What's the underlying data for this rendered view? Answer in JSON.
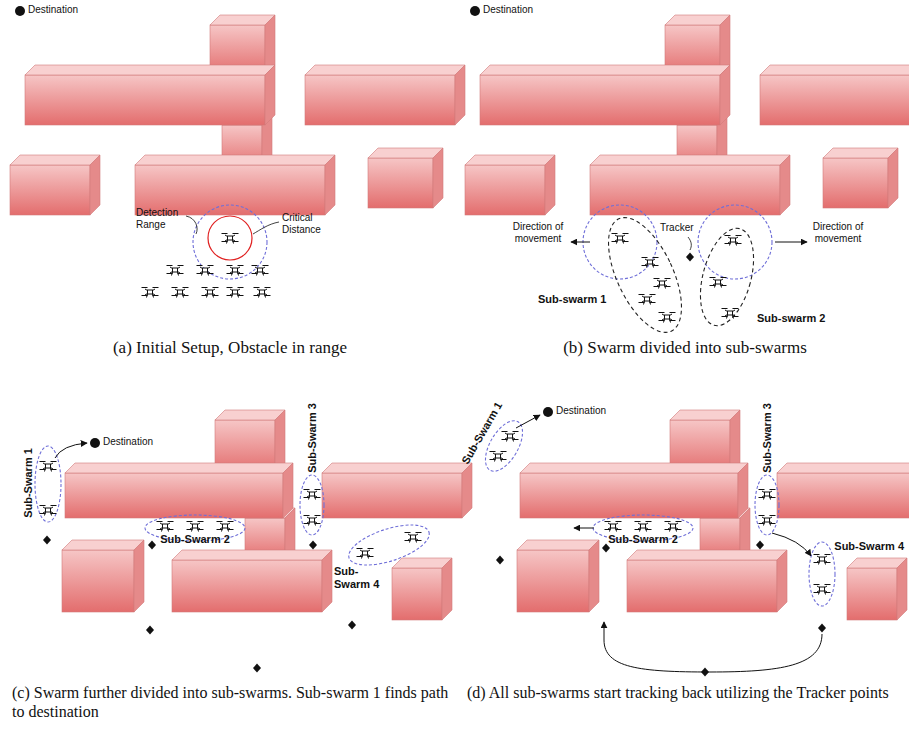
{
  "diagram": {
    "labels": [
      "Destination",
      "Detection Range",
      "Critical Distance",
      "(a) Initial Setup, Obstacle in range",
      "Destination",
      "Direction of movement",
      "Tracker",
      "Direction of movement",
      "Sub-swarm 1",
      "Sub-swarm 2",
      "(b) Swarm divided into sub-swarms",
      "Destination",
      "Sub-Swarm 1",
      "Sub-Swarm 3",
      "Sub-Swarm 2",
      "Sub-Swarm 4",
      "(c) Swarm further divided into sub-swarms. Sub-swarm 1 finds path to destination",
      "Destination",
      "Sub-Swarm 1",
      "Sub-Swarm 3",
      "Sub-Swarm 2",
      "Sub-Swarm 4",
      "(d) All sub-swarms start tracking back utilizing the Tracker points"
    ]
  }
}
